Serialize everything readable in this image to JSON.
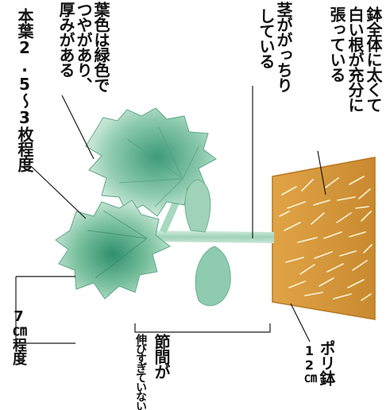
{
  "labels": {
    "leaf_main": "本葉2.5〜3枚程度",
    "leaf_color_line1": "葉色は緑色で",
    "leaf_color_line2": "つやがあり、",
    "leaf_color_line3": "厚みがある",
    "stem_line1": "茎ががっちり",
    "stem_line2": "している",
    "root_line1": "鉢全体に太くて",
    "root_line2": "白い根が充分に",
    "root_line3": "張っている",
    "height": "7㎝程度",
    "internode_line1": "節間が",
    "internode_line2": "伸びすぎていない",
    "pot_size": "12㎝",
    "pot_type": "ポリ鉢"
  },
  "colors": {
    "leaf_light": "#c9e6d6",
    "leaf_mid": "#7fc3a2",
    "leaf_dark": "#2e8f6c",
    "stem": "#a8d8c0",
    "soil": "#d79a3c",
    "soil_edge": "#b8761f",
    "root": "#fff4d8",
    "ink": "#1a1a1a"
  }
}
